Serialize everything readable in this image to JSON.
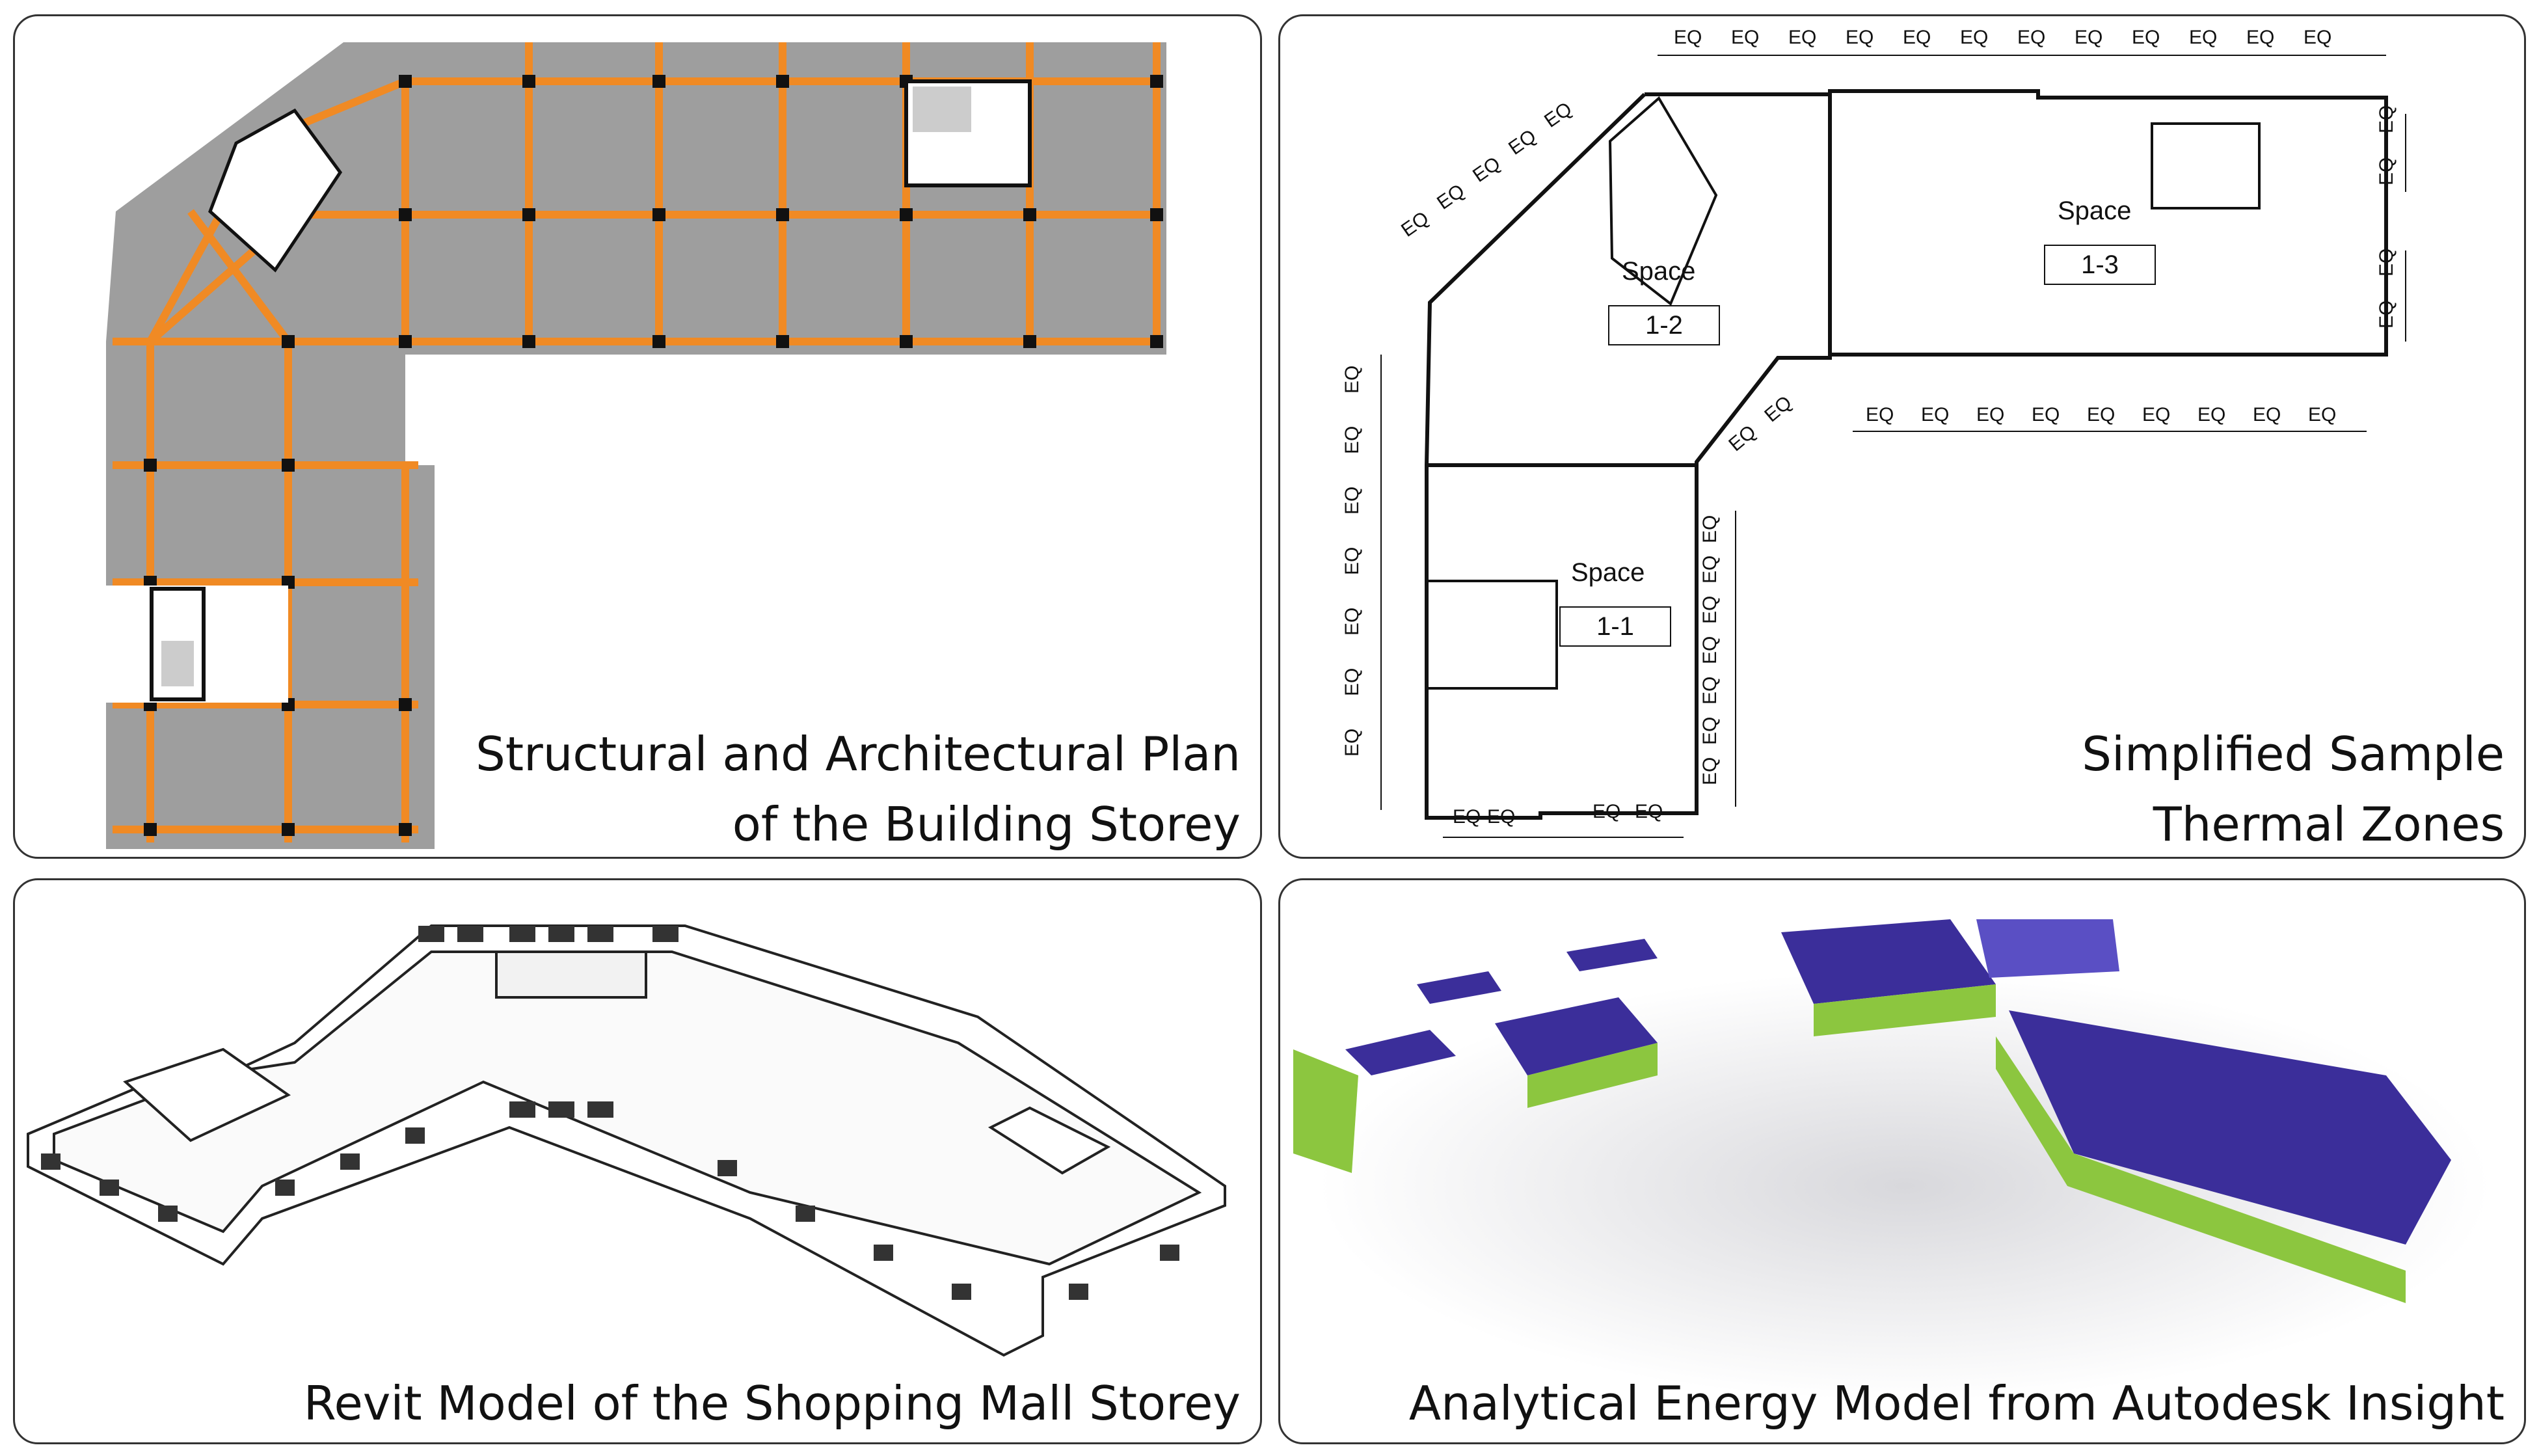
{
  "panels": {
    "structural_plan": {
      "caption_line1": "Structural and Architectural Plan",
      "caption_line2": "of the Building Storey"
    },
    "thermal_zones": {
      "caption_line1": "Simplified Sample",
      "caption_line2": "Thermal Zones",
      "dimension_label": "EQ",
      "spaces": [
        {
          "label": "Space",
          "id": "1-2"
        },
        {
          "label": "Space",
          "id": "1-3"
        },
        {
          "label": "Space",
          "id": "1-1"
        }
      ]
    },
    "revit_model": {
      "caption": "Revit Model of the Shopping Mall Storey"
    },
    "energy_model": {
      "caption": "Analytical Energy Model from Autodesk Insight"
    }
  },
  "colors": {
    "slab_gray": "#9e9e9e",
    "beam_orange": "#f08a24",
    "roof_purple": "#3b2e9a",
    "wall_green": "#8cc63f"
  }
}
